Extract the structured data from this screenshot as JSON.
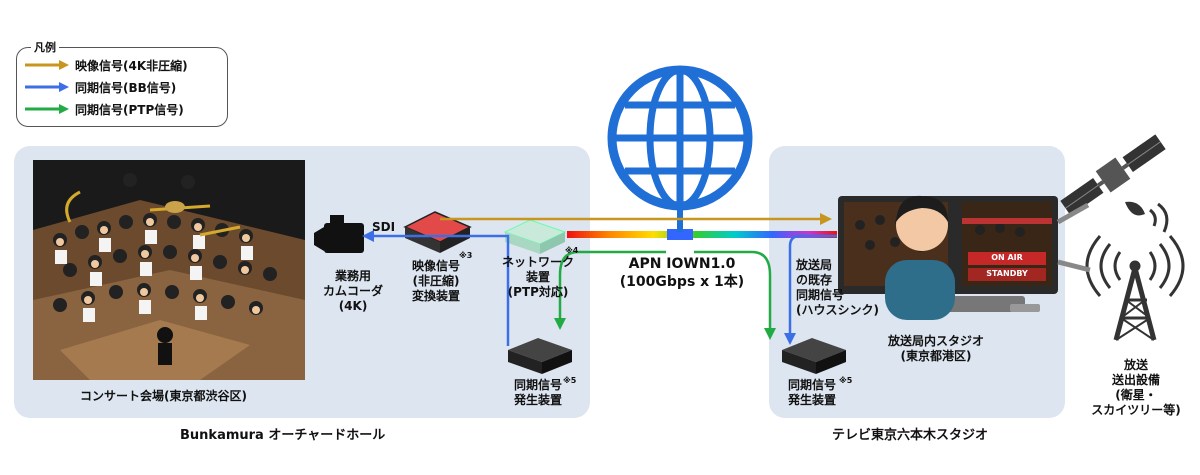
{
  "legend": {
    "title": "凡例",
    "items": [
      {
        "label": "映像信号(4K非圧縮)",
        "color": "#c8961e"
      },
      {
        "label": "同期信号(BB信号)",
        "color": "#3c6ee6"
      },
      {
        "label": "同期信号(PTP信号)",
        "color": "#22aa44"
      }
    ]
  },
  "venue": {
    "name": "Bunkamura オーチャードホール",
    "concert_label": "コンサート会場(東京都渋谷区)",
    "camera_label": [
      "業務用",
      "カムコーダ",
      "(4K)"
    ],
    "sdi_label": "SDI",
    "converter_label": [
      "映像信号",
      "(非圧縮)",
      "変換装置"
    ],
    "converter_note": "※3",
    "network_label": [
      "ネットワーク",
      "装置",
      "(PTP対応)"
    ],
    "network_note": "※4",
    "sync_gen_label": [
      "同期信号",
      "発生装置"
    ],
    "sync_gen_note": "※5"
  },
  "network": {
    "label_line1": "APN IOWN1.0",
    "label_line2": "(100Gbps x 1本)",
    "icon": "globe-icon"
  },
  "studio": {
    "name": "テレビ東京六本木スタジオ",
    "house_sync_label": [
      "放送局の既存",
      "同期信号",
      "(ハウスシンク)"
    ],
    "house_sync_line1a": "放送局",
    "house_sync_line1b": "の既存",
    "studio_label": [
      "放送局内スタジオ",
      "(東京都港区)"
    ],
    "sync_gen_label": [
      "同期信号",
      "発生装置"
    ],
    "sync_gen_note": "※5",
    "on_air": "ON AIR",
    "standby": "STANDBY"
  },
  "broadcast": {
    "label": [
      "放送",
      "送出設備",
      "(衛星・",
      "スカイツリー等)"
    ]
  },
  "colors": {
    "panel": "#dde5f0",
    "video": "#c8961e",
    "bb": "#3c6ee6",
    "ptp": "#22aa44"
  }
}
